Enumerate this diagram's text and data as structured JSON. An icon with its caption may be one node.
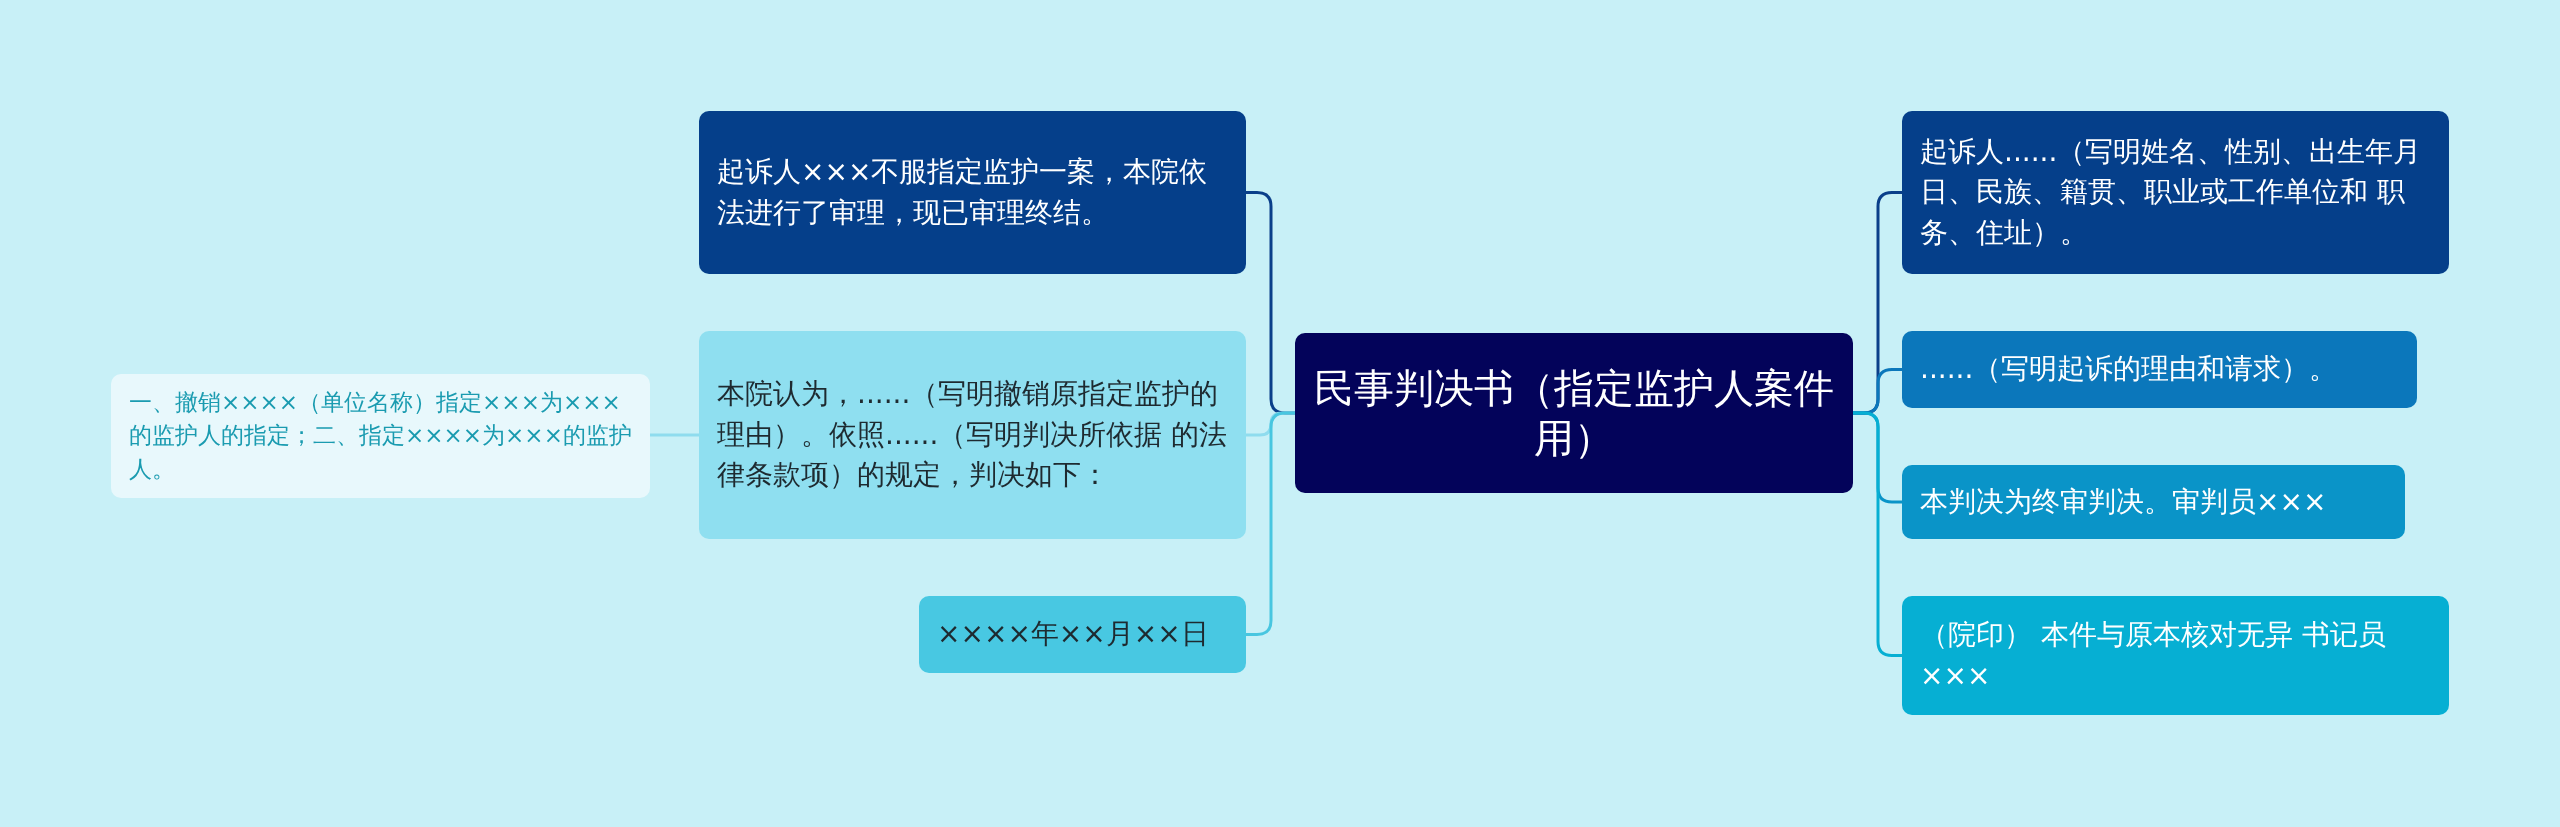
{
  "diagram": {
    "nodes": [
      {
        "text": [
          "民事判决书（指定监护人案件用）"
        ]
      },
      {
        "text": [
          "起诉人×××不服指定监护一案，本院依法进行了审理，现已审理终结。"
        ]
      },
      {
        "text": [
          "本院认为，......（写明撤销原指定监护的理由）。依照......（写明判决所依据 的法律条款项）的规定，判决如下："
        ]
      },
      {
        "text": [
          "一、撤销××××（单位名称）指定×××为×××的监护人的指定；二、指定××××为×××的监护人。"
        ]
      },
      {
        "text": [
          "××××年××月××日"
        ]
      },
      {
        "text": [
          "起诉人......（写明姓名、性别、出生年月日、民族、籍贯、职业或工作单位和 职务、住址）。"
        ]
      },
      {
        "text": [
          "......（写明起诉的理由和请求）。"
        ]
      },
      {
        "text": [
          "本判决为终审判决。审判员×××"
        ]
      },
      {
        "text": [
          "（院印） 本件与原本核对无异 书记员×××"
        ]
      }
    ],
    "edges": [
      {
        "from": 0,
        "to": 1,
        "arrow": "none",
        "color": "#0a3f8a"
      },
      {
        "from": 0,
        "to": 2,
        "arrow": "none",
        "color": "#8fdcee"
      },
      {
        "from": 2,
        "to": 3,
        "arrow": "none",
        "color": "#8fdcee"
      },
      {
        "from": 0,
        "to": 4,
        "arrow": "none",
        "color": "#48c6e0"
      },
      {
        "from": 0,
        "to": 5,
        "arrow": "none",
        "color": "#0a3f8a"
      },
      {
        "from": 0,
        "to": 6,
        "arrow": "none",
        "color": "#0b77bb"
      },
      {
        "from": 0,
        "to": 7,
        "arrow": "none",
        "color": "#0a94c8"
      },
      {
        "from": 0,
        "to": 8,
        "arrow": "none",
        "color": "#06afd3"
      }
    ]
  }
}
